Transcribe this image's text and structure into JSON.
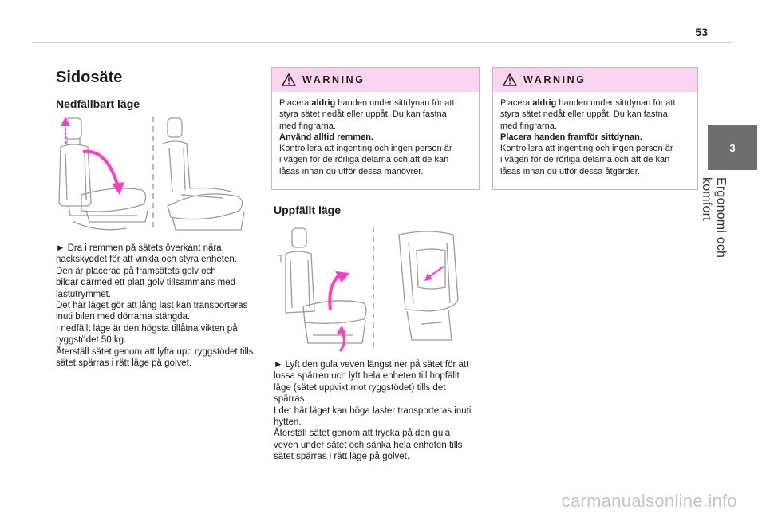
{
  "page": {
    "number": "53"
  },
  "chapter": {
    "number": "3",
    "title": "Ergonomi och komfort"
  },
  "section": {
    "title": "Sidosäte",
    "folded": {
      "heading": "Nedfällbart läge",
      "lines": [
        "► Dra i remmen på sätets överkant nära",
        "nackskyddet för att vinkla och styra enheten.",
        "Den är placerad på framsätets golv och",
        "bildar därmed ett platt golv tillsammans med",
        "lastutrymmet.",
        "Det här läget gör att lång last kan transporteras",
        "inuti bilen med dörrarna stängda.",
        "I nedfällt läge är den högsta tillåtna vikten på",
        "ryggstödet 50 kg.",
        "Återställ sätet genom att lyfta upp ryggstödet tills",
        "sätet spärras i rätt läge på golvet."
      ]
    },
    "upright": {
      "heading": "Uppfällt läge",
      "lines": [
        "► Lyft den gula veven längst ner på sätet för att",
        "lossa spärren och lyft hela enheten till hopfällt",
        "läge (sätet uppvikt mot ryggstödet) tills det",
        "spärras.",
        "I det här läget kan höga laster transporteras inuti",
        "hytten.",
        "Återställ sätet genom att trycka på den gula",
        "veven under sätet och sänka hela enheten tills",
        "sätet spärras i rätt läge på golvet."
      ]
    }
  },
  "warnings": [
    {
      "title": "WARNING",
      "icon": "warning-triangle-icon",
      "l1_pre": "Placera ",
      "l1_bold": "aldrig",
      "l1_post": " handen under sittdynan för att",
      "l2": "styra sätet nedåt eller uppåt. Du kan fastna",
      "l3": "med fingrarna.",
      "l4_bold": "Använd alltid remmen.",
      "l5": "Kontrollera att ingenting och ingen person är",
      "l6": "i vägen för de rörliga delarna och att de kan",
      "l7": "låsas innan du utför dessa manövrer."
    },
    {
      "title": "WARNING",
      "icon": "warning-triangle-icon",
      "l1_pre": "Placera ",
      "l1_bold": "aldrig",
      "l1_post": " handen under sittdynan för att",
      "l2": "styra sätet nedåt eller uppåt. Du kan fastna",
      "l3": "med fingrarna.",
      "l4_bold": "Placera handen framför sittdynan.",
      "l5": "Kontrollera att ingenting och ingen person är",
      "l6": "i vägen för de rörliga delarna och att de kan",
      "l7": "låsas innan du utför dessa åtgärder."
    }
  ],
  "watermark": "carmanualsonline.info",
  "colors": {
    "accent": "#ff3cc8",
    "warning_bg": "#fbd4ef",
    "tab": "#6e6e6e"
  }
}
